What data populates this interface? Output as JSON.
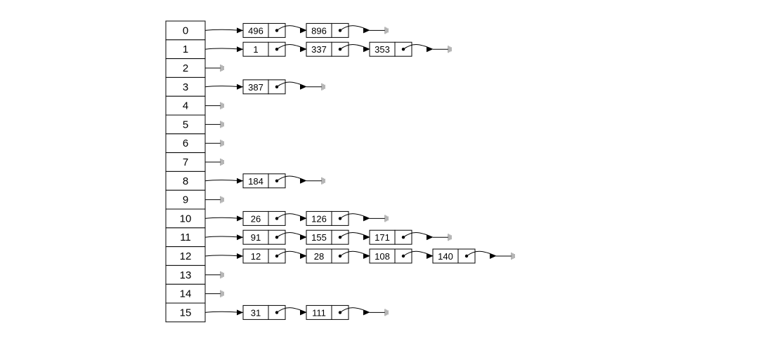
{
  "buckets": [
    {
      "index": "0",
      "chain": [
        "496",
        "896"
      ]
    },
    {
      "index": "1",
      "chain": [
        "1",
        "337",
        "353"
      ]
    },
    {
      "index": "2",
      "chain": []
    },
    {
      "index": "3",
      "chain": [
        "387"
      ]
    },
    {
      "index": "4",
      "chain": []
    },
    {
      "index": "5",
      "chain": []
    },
    {
      "index": "6",
      "chain": []
    },
    {
      "index": "7",
      "chain": []
    },
    {
      "index": "8",
      "chain": [
        "184"
      ]
    },
    {
      "index": "9",
      "chain": []
    },
    {
      "index": "10",
      "chain": [
        "26",
        "126"
      ]
    },
    {
      "index": "11",
      "chain": [
        "91",
        "155",
        "171"
      ]
    },
    {
      "index": "12",
      "chain": [
        "12",
        "28",
        "108",
        "140"
      ]
    },
    {
      "index": "13",
      "chain": []
    },
    {
      "index": "14",
      "chain": []
    },
    {
      "index": "15",
      "chain": [
        "31",
        "111"
      ]
    }
  ],
  "colors": {
    "line": "#000000",
    "null_terminator": "#6e6e6e",
    "background": "#ffffff"
  }
}
